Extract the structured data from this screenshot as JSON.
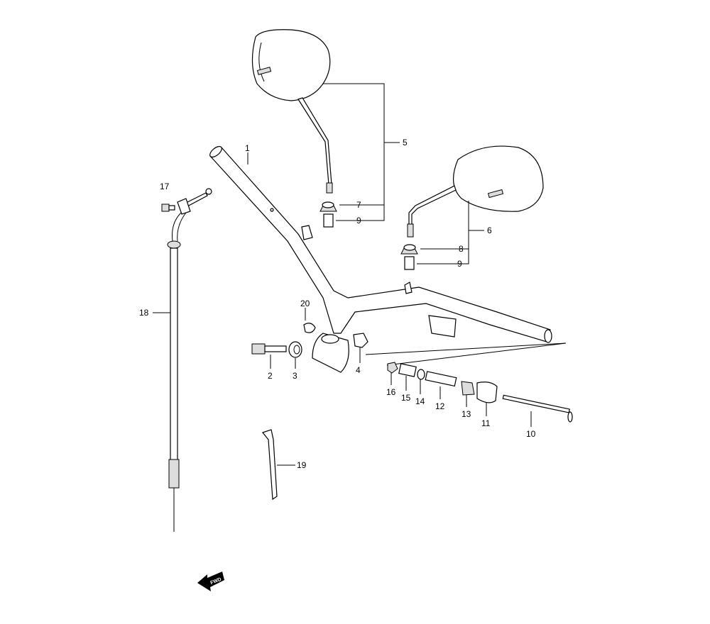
{
  "diagram": {
    "labels": {
      "p1": "1",
      "p2": "2",
      "p3": "3",
      "p4": "4",
      "p5": "5",
      "p6": "6",
      "p7": "7",
      "p8": "8",
      "p9a": "9",
      "p9b": "9",
      "p10": "10",
      "p11": "11",
      "p12": "12",
      "p13": "13",
      "p14": "14",
      "p15": "15",
      "p16": "16",
      "p17": "17",
      "p18": "18",
      "p19": "19",
      "p20": "20"
    },
    "fwd_arrow": "FWD"
  }
}
